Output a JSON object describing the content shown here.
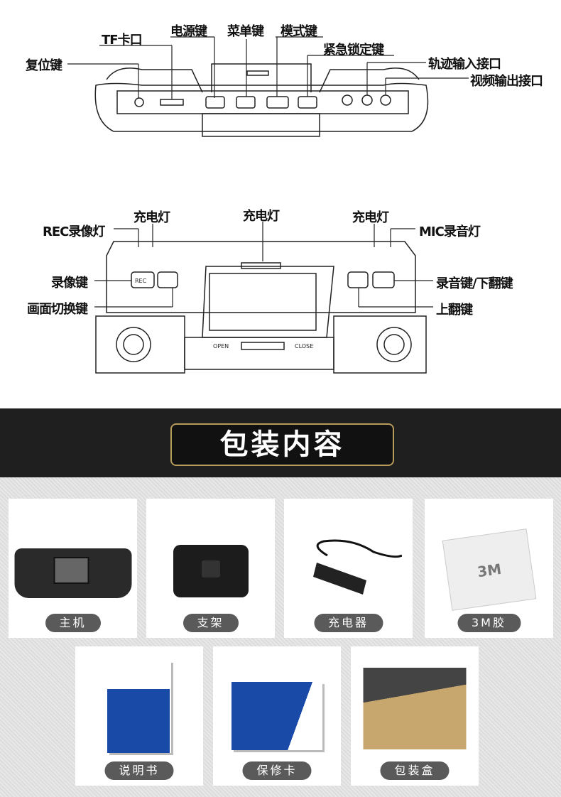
{
  "diagram_top": {
    "labels": {
      "reset": "复位键",
      "tf_slot": "TF卡口",
      "power": "电源键",
      "menu": "菜单键",
      "mode": "模式键",
      "emergency_lock": "紧急锁定键",
      "track_input": "轨迹输入接口",
      "video_output": "视频输出接口"
    }
  },
  "diagram_front": {
    "labels": {
      "rec_light": "REC录像灯",
      "charge_light_left": "充电灯",
      "charge_light_center": "充电灯",
      "charge_light_right": "充电灯",
      "mic_light": "MIC录音灯",
      "record_key": "录像键",
      "screen_switch": "画面切换键",
      "audio_down": "录音键/下翻键",
      "page_up": "上翻键"
    },
    "device_text": {
      "open": "OPEN",
      "close": "CLOSE",
      "rec": "REC"
    }
  },
  "section_title": "包装内容",
  "items": [
    {
      "label": "主机"
    },
    {
      "label": "支架"
    },
    {
      "label": "充电器"
    },
    {
      "label": "3M胶"
    },
    {
      "label": "说明书"
    },
    {
      "label": "保修卡"
    },
    {
      "label": "包装盒"
    }
  ],
  "colors": {
    "band": "#1f1f1f",
    "title_border": "#b59a5a",
    "pill": "#5a5a5a",
    "manual_blue": "#1a4aa8"
  }
}
